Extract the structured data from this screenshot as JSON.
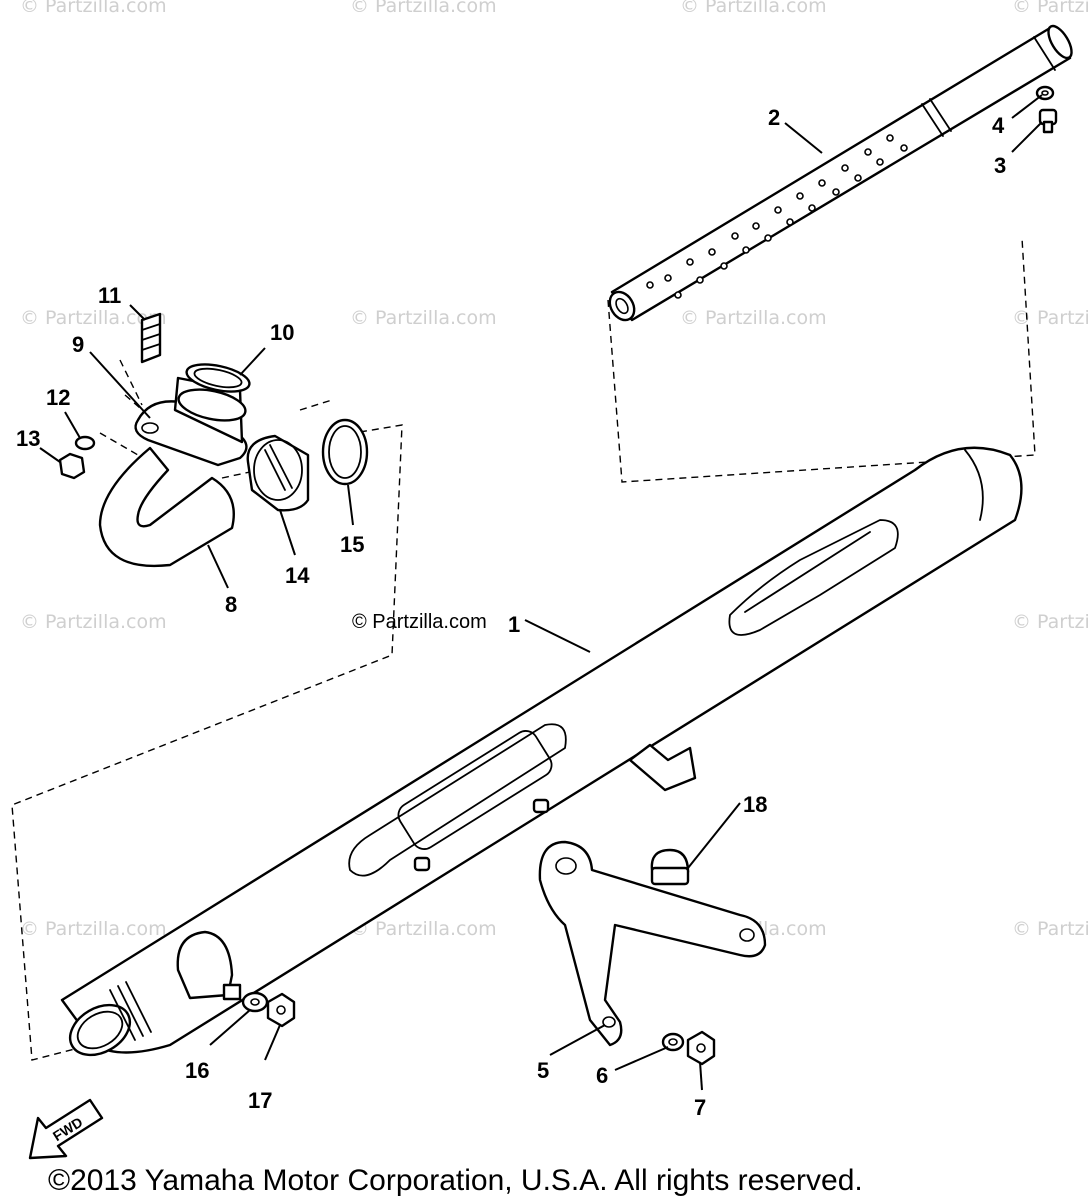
{
  "watermark": "© Partzilla.com",
  "fwd_label": "FWD",
  "copyright": "©2013 Yamaha Motor Corporation, U.S.A. All rights reserved.",
  "callouts": [
    {
      "id": "1",
      "label": "1"
    },
    {
      "id": "2",
      "label": "2"
    },
    {
      "id": "3",
      "label": "3"
    },
    {
      "id": "4",
      "label": "4"
    },
    {
      "id": "5",
      "label": "5"
    },
    {
      "id": "6",
      "label": "6"
    },
    {
      "id": "7",
      "label": "7"
    },
    {
      "id": "8",
      "label": "8"
    },
    {
      "id": "9",
      "label": "9"
    },
    {
      "id": "10",
      "label": "10"
    },
    {
      "id": "11",
      "label": "11"
    },
    {
      "id": "12",
      "label": "12"
    },
    {
      "id": "13",
      "label": "13"
    },
    {
      "id": "14",
      "label": "14"
    },
    {
      "id": "15",
      "label": "15"
    },
    {
      "id": "16",
      "label": "16"
    },
    {
      "id": "17",
      "label": "17"
    },
    {
      "id": "18",
      "label": "18"
    }
  ]
}
